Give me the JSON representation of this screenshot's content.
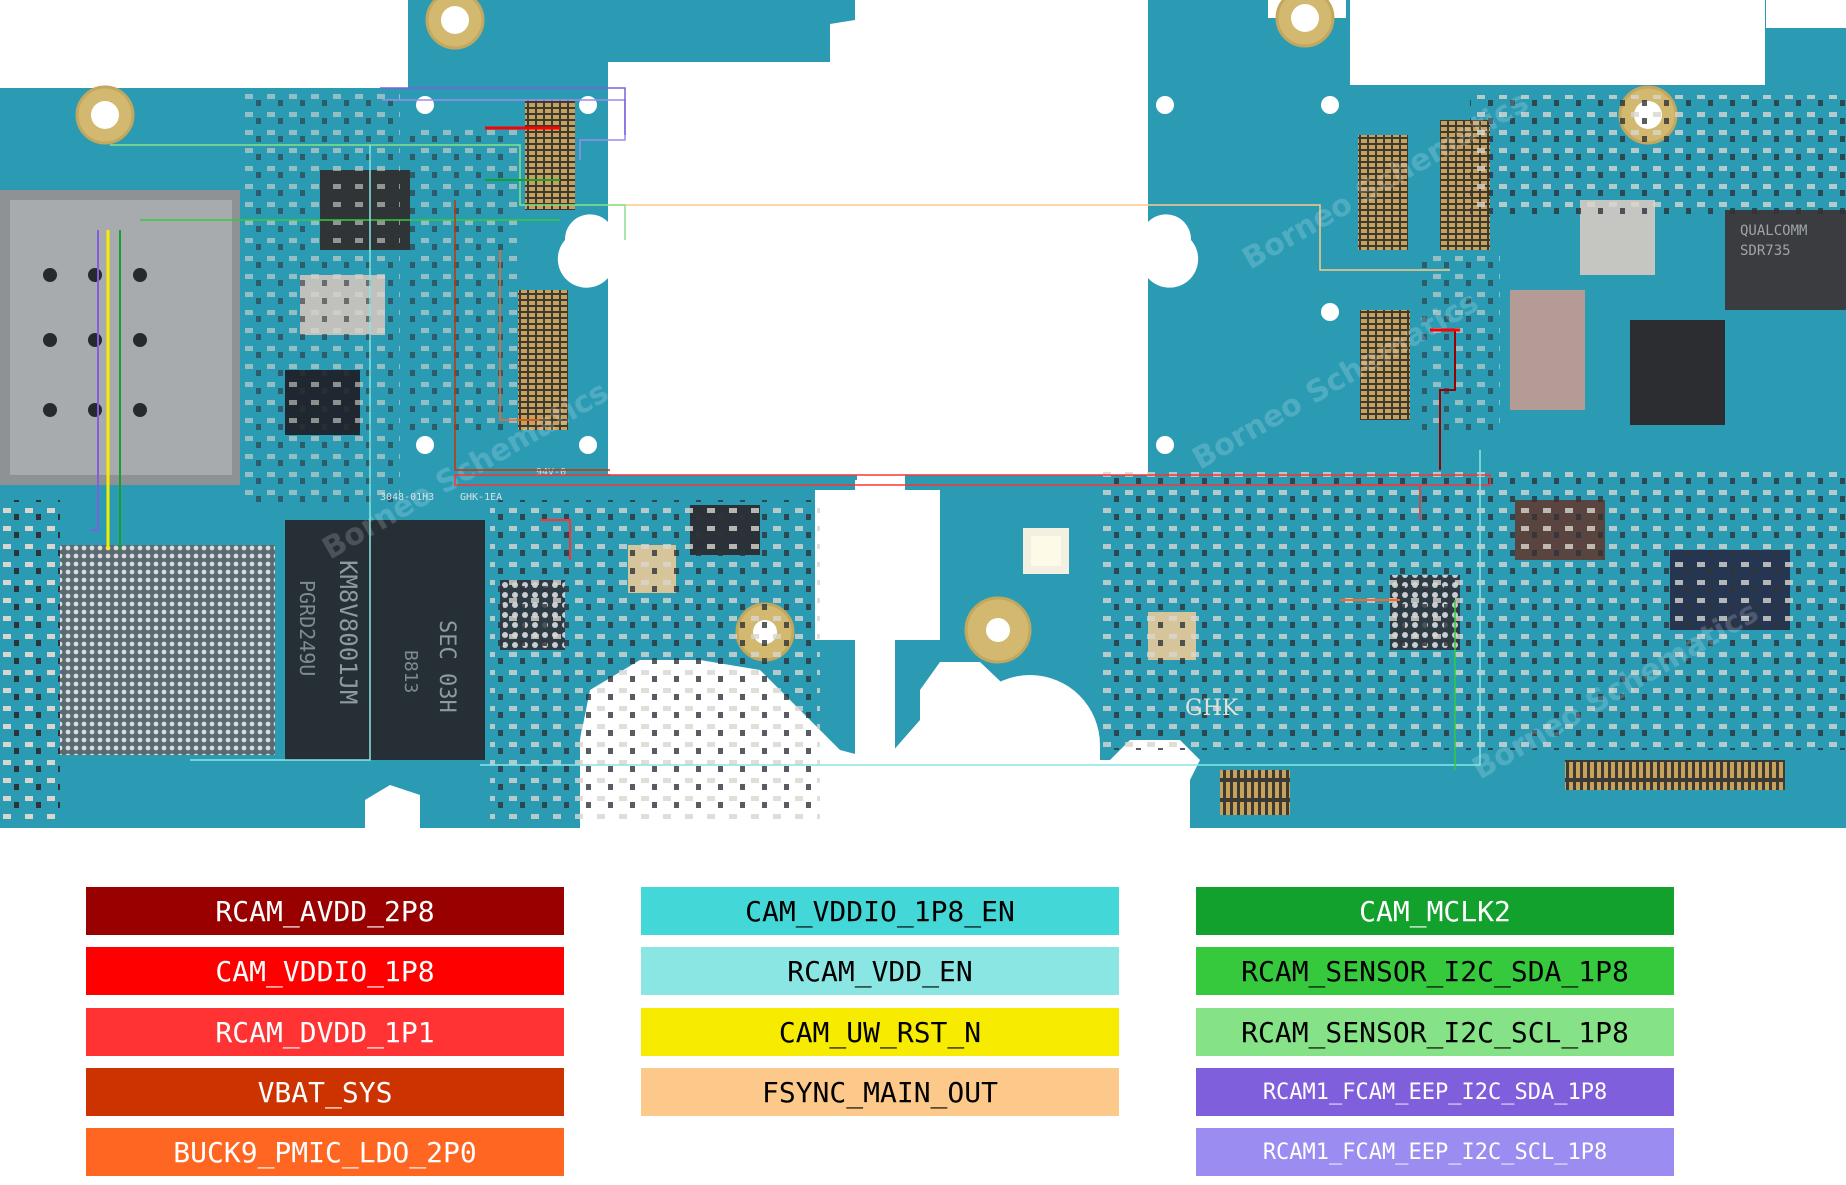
{
  "board": {
    "chip_texts": [
      "KM8V8001JM",
      "PGRD249U",
      "SEC 03H",
      "B813",
      "QUALCOMM",
      "SDR735",
      "GHK",
      "94V-0",
      "3048-01H3",
      "GHK-1EA"
    ],
    "watermark": "Borneo Schematics"
  },
  "legend": {
    "columns": [
      {
        "items": [
          {
            "label": "RCAM_AVDD_2P8",
            "color": "#990000",
            "text_color": "#ffffff"
          },
          {
            "label": "CAM_VDDIO_1P8",
            "color": "#ff0000",
            "text_color": "#ffffff"
          },
          {
            "label": "RCAM_DVDD_1P1",
            "color": "#ff3333",
            "text_color": "#ffffff"
          },
          {
            "label": "VBAT_SYS",
            "color": "#cc3300",
            "text_color": "#ffffff"
          },
          {
            "label": "BUCK9_PMIC_LDO_2P0",
            "color": "#ff6622",
            "text_color": "#ffffff"
          }
        ]
      },
      {
        "items": [
          {
            "label": "CAM_VDDIO_1P8_EN",
            "color": "#44d7d7",
            "text_color": "#000000"
          },
          {
            "label": "RCAM_VDD_EN",
            "color": "#8ae6e3",
            "text_color": "#000000"
          },
          {
            "label": "CAM_UW_RST_N",
            "color": "#f7ec00",
            "text_color": "#000000"
          },
          {
            "label": "FSYNC_MAIN_OUT",
            "color": "#fcc98a",
            "text_color": "#000000"
          }
        ]
      },
      {
        "items": [
          {
            "label": "CAM_MCLK2",
            "color": "#12a12d",
            "text_color": "#ffffff"
          },
          {
            "label": "RCAM_SENSOR_I2C_SDA_1P8",
            "color": "#37c93d",
            "text_color": "#000000"
          },
          {
            "label": "RCAM_SENSOR_I2C_SCL_1P8",
            "color": "#86e287",
            "text_color": "#000000"
          },
          {
            "label": "RCAM1_FCAM_EEP_I2C_SDA_1P8",
            "color": "#7f5fdc",
            "text_color": "#ffffff"
          },
          {
            "label": "RCAM1_FCAM_EEP_I2C_SCL_1P8",
            "color": "#9b8cf2",
            "text_color": "#ffffff"
          }
        ]
      }
    ]
  }
}
